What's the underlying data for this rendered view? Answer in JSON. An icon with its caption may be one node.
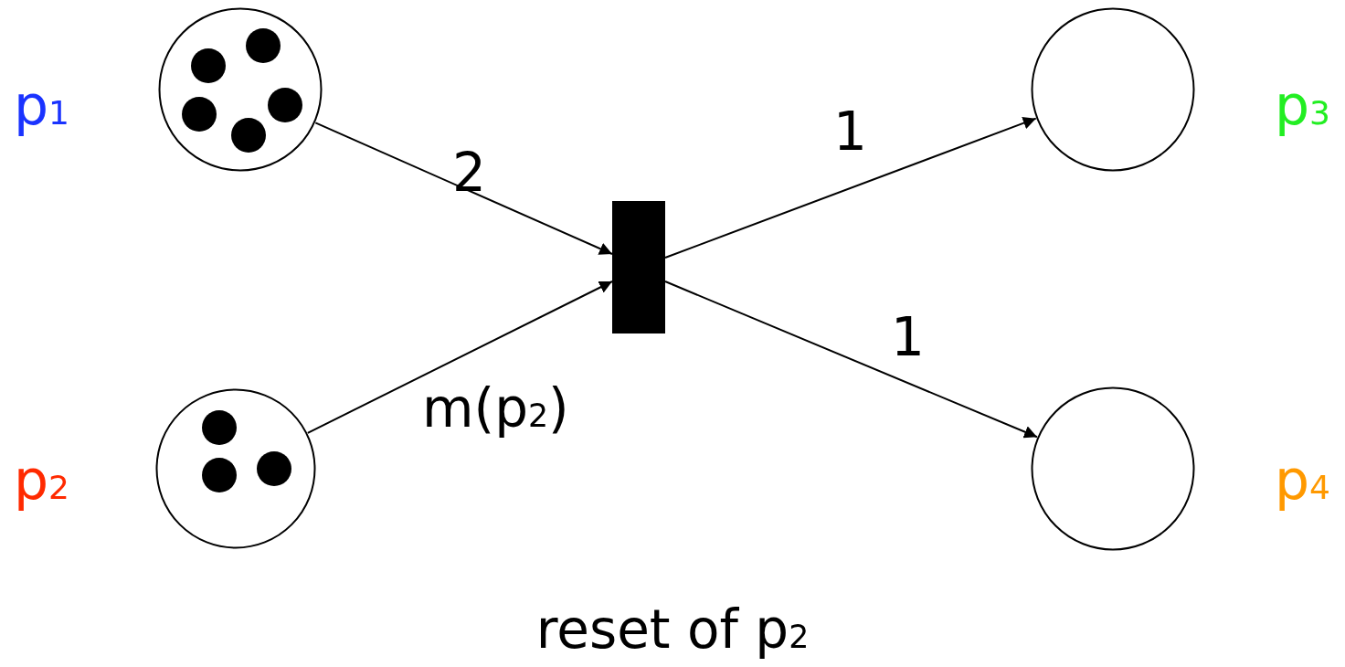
{
  "diagram": {
    "caption": "reset of p$_{2}$",
    "nodes": [
      {
        "text": [],
        "shape": "circle",
        "beside": [
          "p$_{1}$"
        ]
      },
      {
        "text": [],
        "shape": "circle",
        "beside": [
          "p$_{2}$"
        ]
      },
      {
        "text": [],
        "shape": "bar"
      },
      {
        "text": [],
        "shape": "circle",
        "beside": [
          "p$_{3}$"
        ]
      },
      {
        "text": [],
        "shape": "circle",
        "beside": [
          "p$_{4}$"
        ]
      }
    ],
    "edges": [
      {
        "from": 0,
        "to": 2,
        "arrow": "to",
        "label": "2"
      },
      {
        "from": 1,
        "to": 2,
        "arrow": "to",
        "label": "m(p$_{2}$)"
      },
      {
        "from": 2,
        "to": 3,
        "arrow": "to",
        "label": "1"
      },
      {
        "from": 2,
        "to": 4,
        "arrow": "to",
        "label": "1"
      }
    ]
  }
}
